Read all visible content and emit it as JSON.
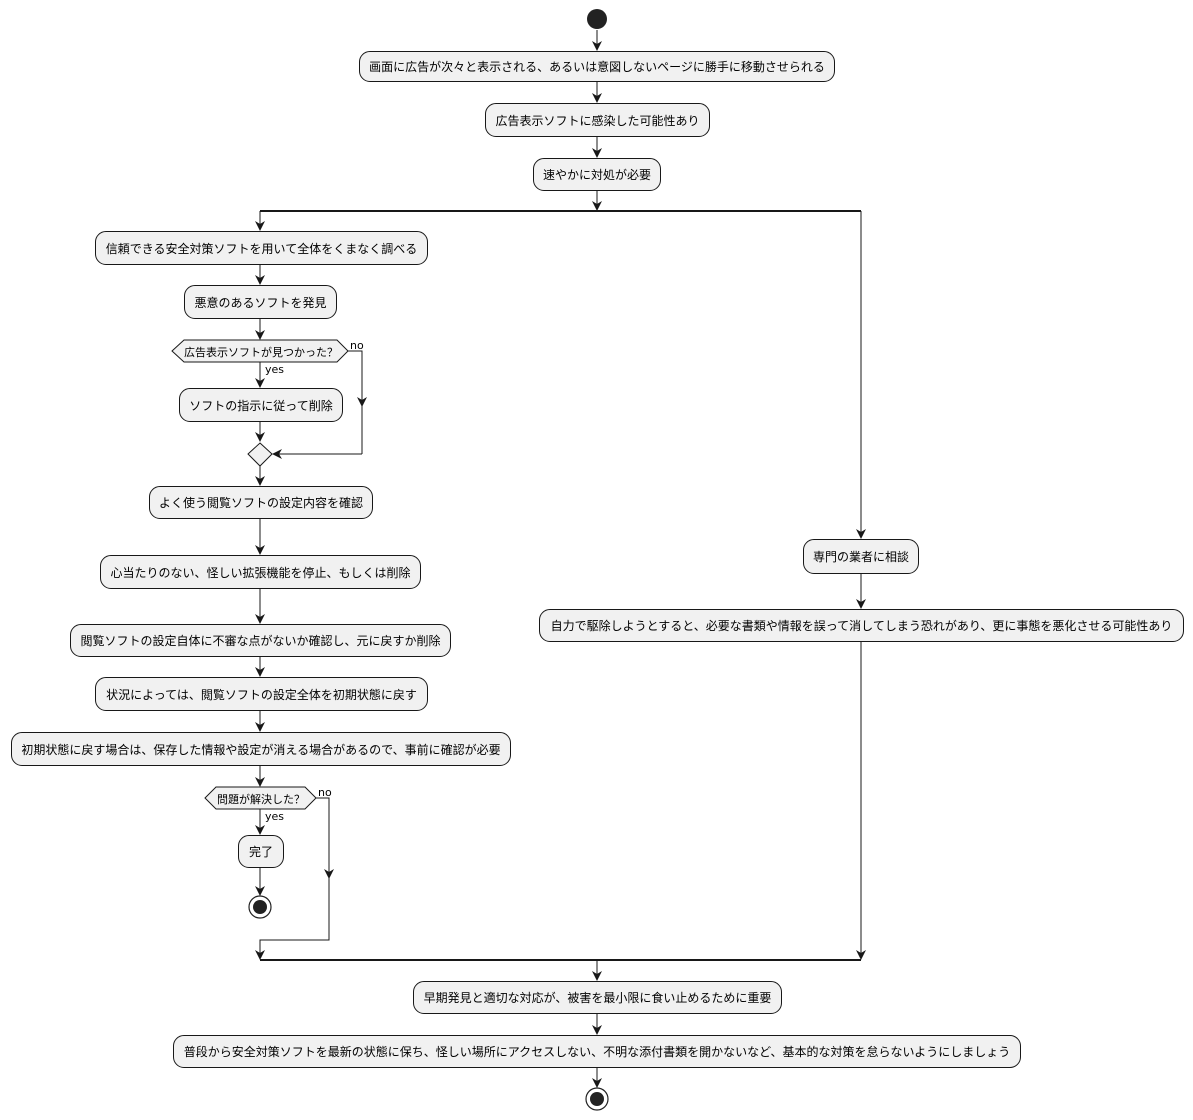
{
  "activities": {
    "a1": "画面に広告が次々と表示される、あるいは意図しないページに勝手に移動させられる",
    "a2": "広告表示ソフトに感染した可能性あり",
    "a3": "速やかに対処が必要",
    "a4": "信頼できる安全対策ソフトを用いて全体をくまなく調べる",
    "a5": "悪意のあるソフトを発見",
    "a6": "ソフトの指示に従って削除",
    "a7": "よく使う閲覧ソフトの設定内容を確認",
    "a8": "心当たりのない、怪しい拡張機能を停止、もしくは削除",
    "a9": "閲覧ソフトの設定自体に不審な点がないか確認し、元に戻すか削除",
    "a10": "状況によっては、閲覧ソフトの設定全体を初期状態に戻す",
    "a11": "初期状態に戻す場合は、保存した情報や設定が消える場合があるので、事前に確認が必要",
    "a12": "完了",
    "a13": "専門の業者に相談",
    "a14": "自力で駆除しようとすると、必要な書類や情報を誤って消してしまう恐れがあり、更に事態を悪化させる可能性あり",
    "a15": "早期発見と適切な対応が、被害を最小限に食い止めるために重要",
    "a16": "普段から安全対策ソフトを最新の状態に保ち、怪しい場所にアクセスしない、不明な添付書類を開かないなど、基本的な対策を怠らないようにしましょう"
  },
  "decisions": {
    "d1": "広告表示ソフトが見つかった？",
    "d2": "問題が解決した？"
  },
  "branch_labels": {
    "yes": "yes",
    "no": "no"
  },
  "colors": {
    "node_fill": "#f1f1f1",
    "stroke": "#181818",
    "start_end": "#222222"
  }
}
